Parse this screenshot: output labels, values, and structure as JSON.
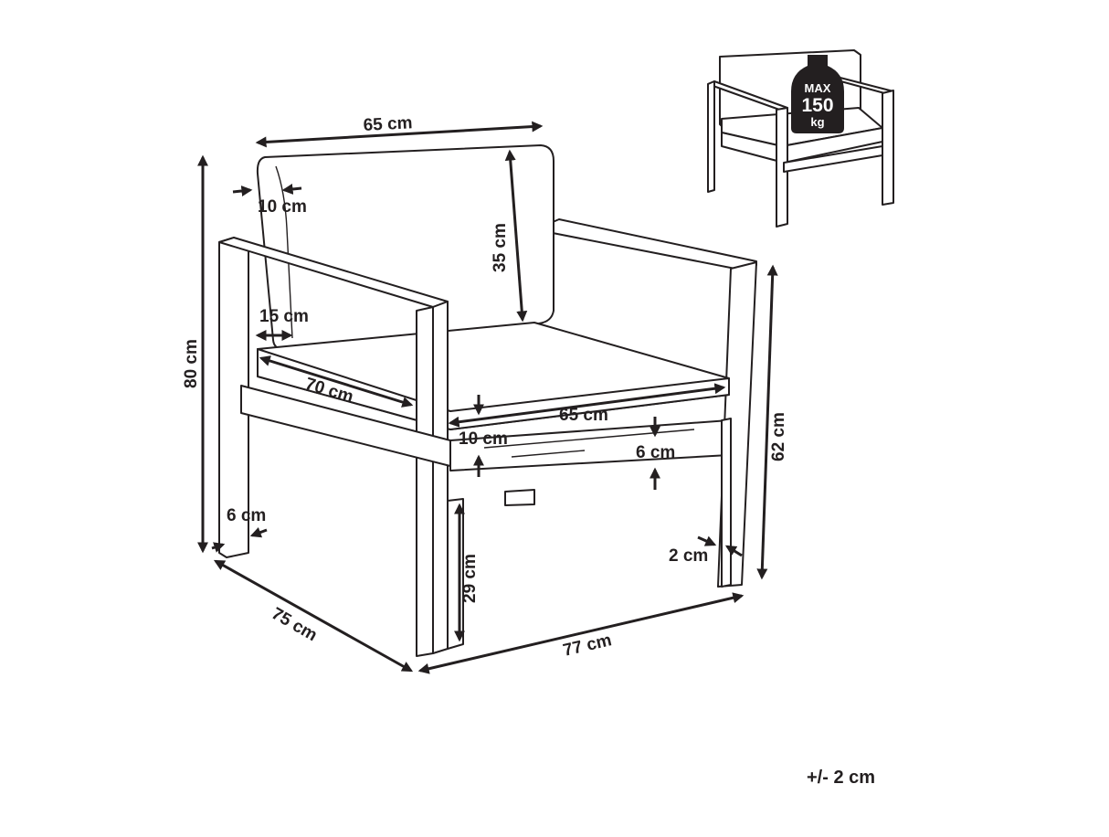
{
  "dimensions": {
    "backrest_width": "65 cm",
    "backrest_thickness": "10 cm",
    "backrest_height": "35 cm",
    "overall_height": "80 cm",
    "armrest_width": "15 cm",
    "seat_depth": "70 cm",
    "seat_width": "65 cm",
    "cushion_thickness": "10 cm",
    "frame_thickness": "6 cm",
    "leg_width": "6 cm",
    "seat_height": "29 cm",
    "arm_height": "62 cm",
    "leg_profile": "2 cm",
    "overall_depth": "75 cm",
    "overall_width": "77 cm"
  },
  "weight_badge": {
    "line1": "MAX",
    "line2": "150",
    "line3": "kg"
  },
  "tolerance": "+/- 2 cm"
}
